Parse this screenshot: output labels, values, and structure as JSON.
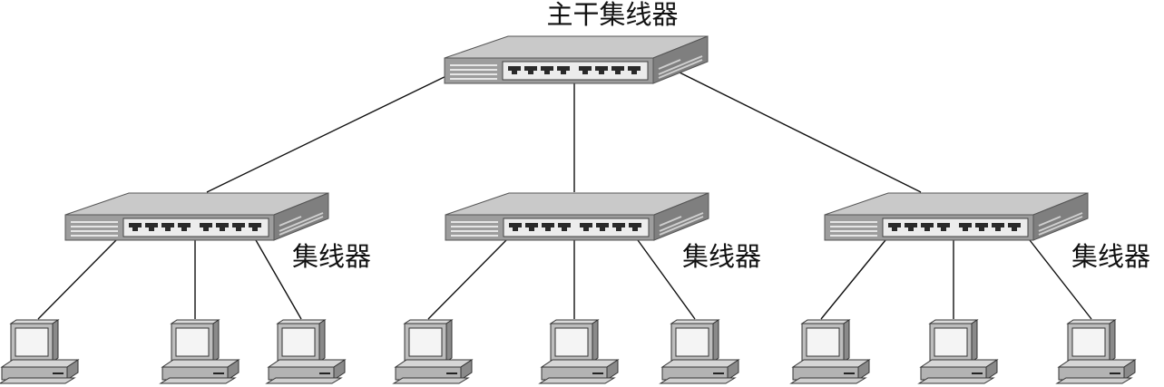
{
  "backbone_hub": {
    "label": "主干集线器"
  },
  "hubs": [
    {
      "label": "集线器"
    },
    {
      "label": "集线器"
    },
    {
      "label": "集线器"
    }
  ],
  "computers_per_hub": 3,
  "colors": {
    "line": "#111111",
    "hub_top": "#c8c8c8",
    "hub_front": "#9c9c9c",
    "hub_side": "#7e7e7e",
    "pc_body": "#bdbdbd",
    "pc_screen": "#f4f4f4"
  }
}
